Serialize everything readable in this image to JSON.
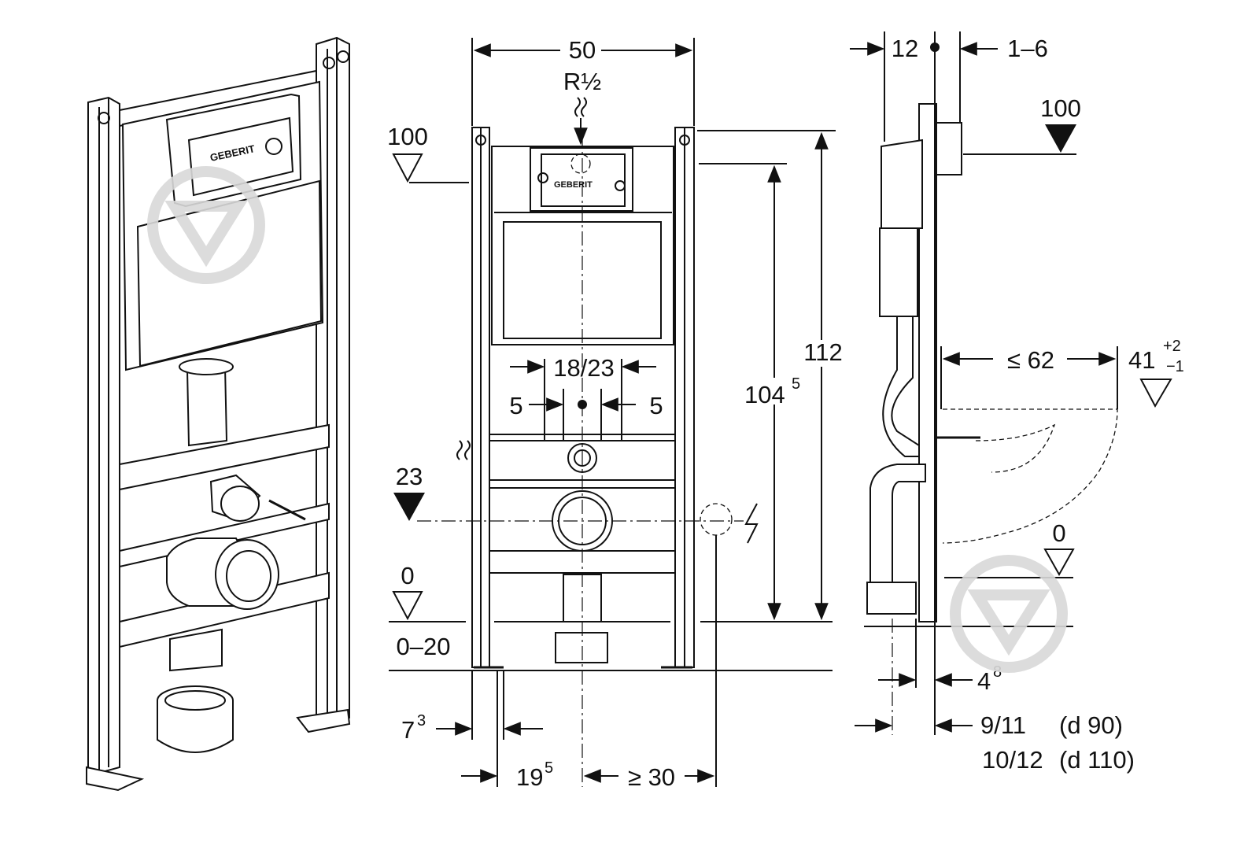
{
  "front_view": {
    "width_overall": "50",
    "water_inlet": "R½",
    "level_top": "100",
    "level_drain": "23",
    "level_floor": "0",
    "floor_range": "0–20",
    "height_frame": "112",
    "height_inlet": "104",
    "height_inlet_sup": "5",
    "flush_spacing": "18/23",
    "side_offset_left": "5",
    "side_offset_right": "5",
    "edge_offset": "7",
    "edge_offset_sup": "3",
    "drain_offset": "19",
    "drain_offset_sup": "5",
    "electric_offset": "≥ 30"
  },
  "side_view": {
    "depth_frame": "12",
    "depth_panel": "1–6",
    "level_top": "100",
    "bowl_projection": "≤ 62",
    "bowl_height": "41",
    "bowl_height_sup": "+2",
    "bowl_height_sub": "−1",
    "level_floor": "0",
    "wall_offset": "4",
    "wall_offset_sup": "8",
    "drain_dims_1": "9/11",
    "drain_dims_1_note": "(d 90)",
    "drain_dims_2": "10/12",
    "drain_dims_2_note": "(d 110)"
  },
  "logo_text": "GEBERIT",
  "colors": {
    "line": "#111111",
    "background": "#ffffff",
    "watermark": "#d9d9d9"
  }
}
